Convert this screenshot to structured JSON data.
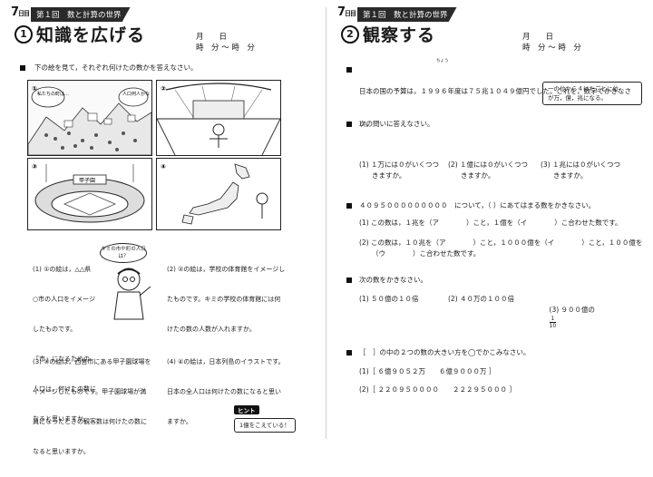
{
  "left": {
    "grade_badge": "7",
    "grade_suffix": "日目",
    "series": "第１回　数と計算の世界",
    "lesson_number": "1",
    "lesson_title": "知識を広げる",
    "date_line1": "月　　日",
    "date_line2": "時　分 ～ 時　分",
    "q1_prompt": "下の絵を見て，それぞれ何けたの数かを答えなさい。",
    "panel1_bubble_a": "私たちの町は…",
    "panel1_bubble_b": "人口何人かな",
    "panel3_sign": "甲子園",
    "sub1_lines": [
      "(1) ①の絵は，△△県",
      "○市の人口をイメージ",
      "したものです。",
      "「市」になるための",
      "人口は，何けたの数に",
      "なると思いますか。"
    ],
    "speech_bubble": "キミの市や町の人口は？",
    "sub2_lines": [
      "(2) ②の絵は，学校の体育館をイメージし",
      "たものです。キミの学校の体育館には何",
      "けたの数の人数が入れますか。"
    ],
    "sub3_lines": [
      "(3) ③の絵は，西宮市にある甲子園球場を",
      "イメージしたものです。甲子園球場が満",
      "員になったときの観客数は何けたの数に",
      "なると思いますか。"
    ],
    "sub4_lines": [
      "(4) ④の絵は，日本列島のイラストです。",
      "日本の全人口は何けたの数になると思い",
      "ますか。"
    ],
    "hint_tag": "ヒント",
    "hint_text": "1億をこえている！"
  },
  "right": {
    "grade_badge": "7",
    "grade_suffix": "日目",
    "series": "第１回　数と計算の世界",
    "lesson_number": "2",
    "lesson_title": "観察する",
    "date_line1": "月　　日",
    "date_line2": "時　分 ～ 時　分",
    "q1_lines": [
      "日本の国の予算は，１９９６年度は７５兆１０４９億円でした。これを，数字でかきなさ",
      "い。"
    ],
    "q1_ruby": "ちょう",
    "side_note_lines": [
      "一の位から４けたごとに位",
      "が万，億，兆になる。"
    ],
    "q2_prompt": "次の問いに答えなさい。",
    "q2_items": [
      [
        "(1) １万には０がいくつつ",
        "きますか。"
      ],
      [
        "(2) １億には０がいくつつ",
        "きますか。"
      ],
      [
        "(3) １兆には０がいくつつ",
        "きますか。"
      ]
    ],
    "q3_prompt": "４０９５０００００００００　について，（ ）にあてはまる数をかきなさい。",
    "q3_line1": "(1) この数は，１兆を（ア　　　　）こと，１億を（イ　　　　）こ合わせた数です。",
    "q3_line2a": "(2) この数は，１０兆を（ア　　　　）こと，１０００億を（イ　　　　）こと，１００億を",
    "q3_line2b": "（ウ　　　　）こ合わせた数です。",
    "q4_prompt": "次の数をかきなさい。",
    "q4_items": [
      "(1) ５０億の１０倍",
      "(2) ４０万の１００倍",
      "(3) ９００億の"
    ],
    "q4_frac_num": "1",
    "q4_frac_den": "10",
    "q5_prompt": "［　］の中の２つの数の大きい方を◯でかこみなさい。",
    "q5_item1": "(1)［ ６億９０５２万　　６億９０００万 ］",
    "q5_item2": "(2)［ ２２０９５００００　　２２２９５０００ ］"
  }
}
